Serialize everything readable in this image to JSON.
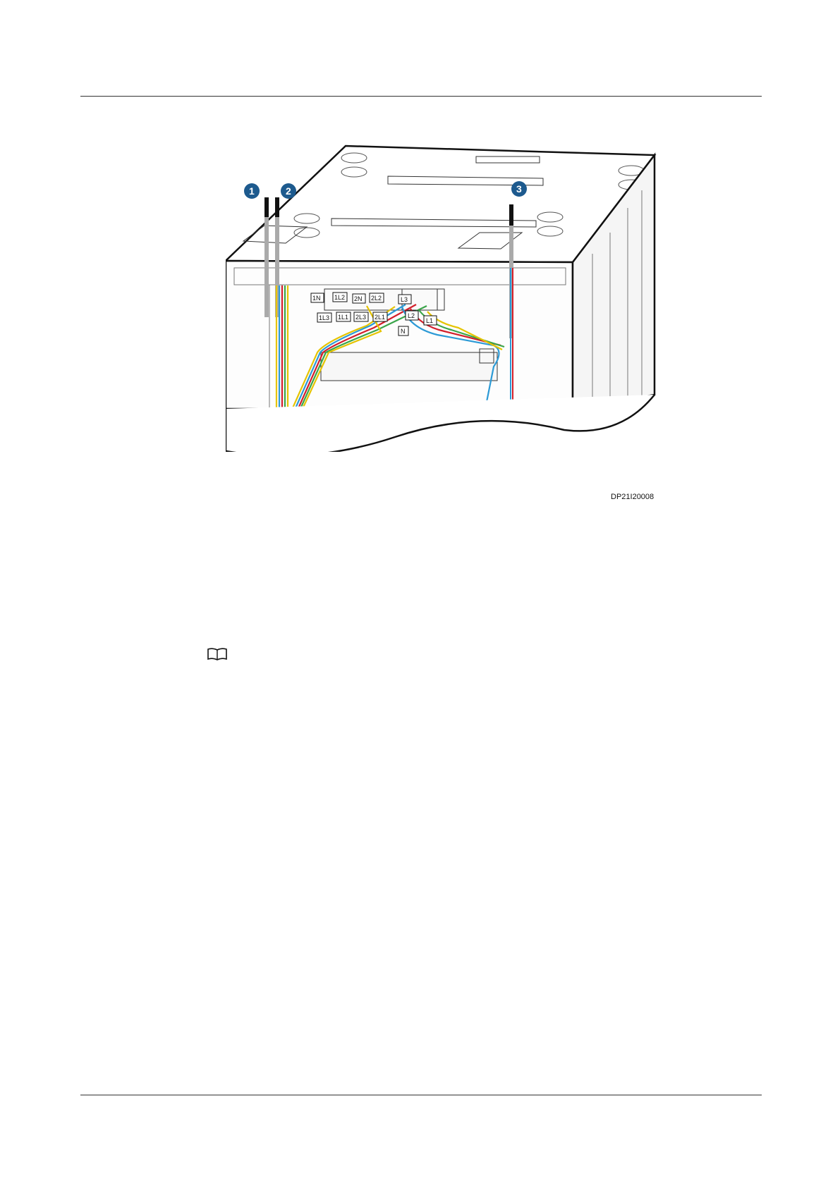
{
  "figure": {
    "id": "DP21I20008",
    "callouts": [
      "1",
      "2",
      "3"
    ],
    "terminal_labels": [
      "1N",
      "1L2",
      "2N",
      "2L2",
      "1L3",
      "1L1",
      "2L3",
      "2L1",
      "L3",
      "L2",
      "L1",
      "N"
    ]
  },
  "note": {
    "icon": "book-icon"
  },
  "colors": {
    "blue": "#2c9ad6",
    "red": "#d21f2b",
    "yellow": "#e5c400",
    "green": "#3aa54a",
    "callout": "#1d5a8e"
  }
}
